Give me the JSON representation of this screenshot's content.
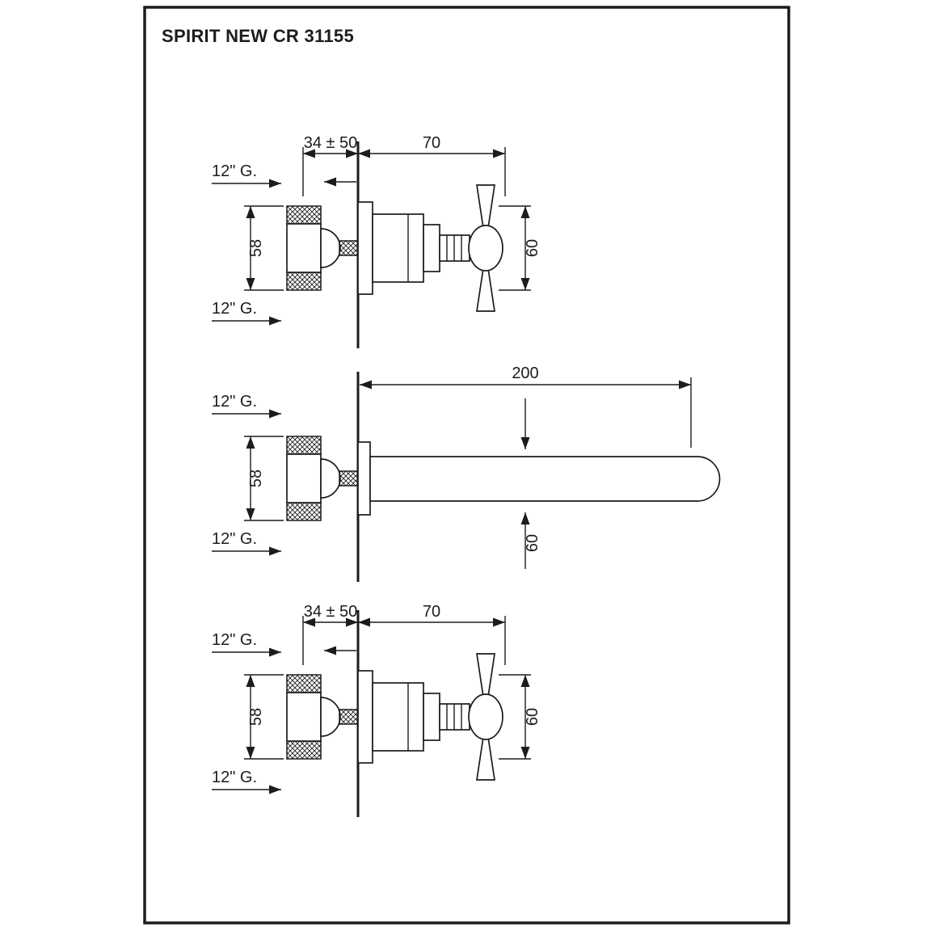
{
  "page": {
    "title": "SPIRIT NEW CR 31155",
    "line_color": "#1c1c1c",
    "background_color": "#ffffff"
  },
  "drawings": {
    "top": {
      "dims": {
        "wall_depth_range": "34 ± 50",
        "projection": "70",
        "inlet_top": "12\" G.",
        "inlet_bottom": "12\" G.",
        "body_height": "58",
        "handle_height": "60"
      }
    },
    "middle": {
      "dims": {
        "spout_projection": "200",
        "inlet_top": "12\" G.",
        "inlet_bottom": "12\" G.",
        "body_height": "58",
        "spout_height": "60"
      }
    },
    "bottom": {
      "dims": {
        "wall_depth_range": "34 ± 50",
        "projection": "70",
        "inlet_top": "12\" G.",
        "inlet_bottom": "12\" G.",
        "body_height": "58",
        "handle_height": "60"
      }
    }
  }
}
